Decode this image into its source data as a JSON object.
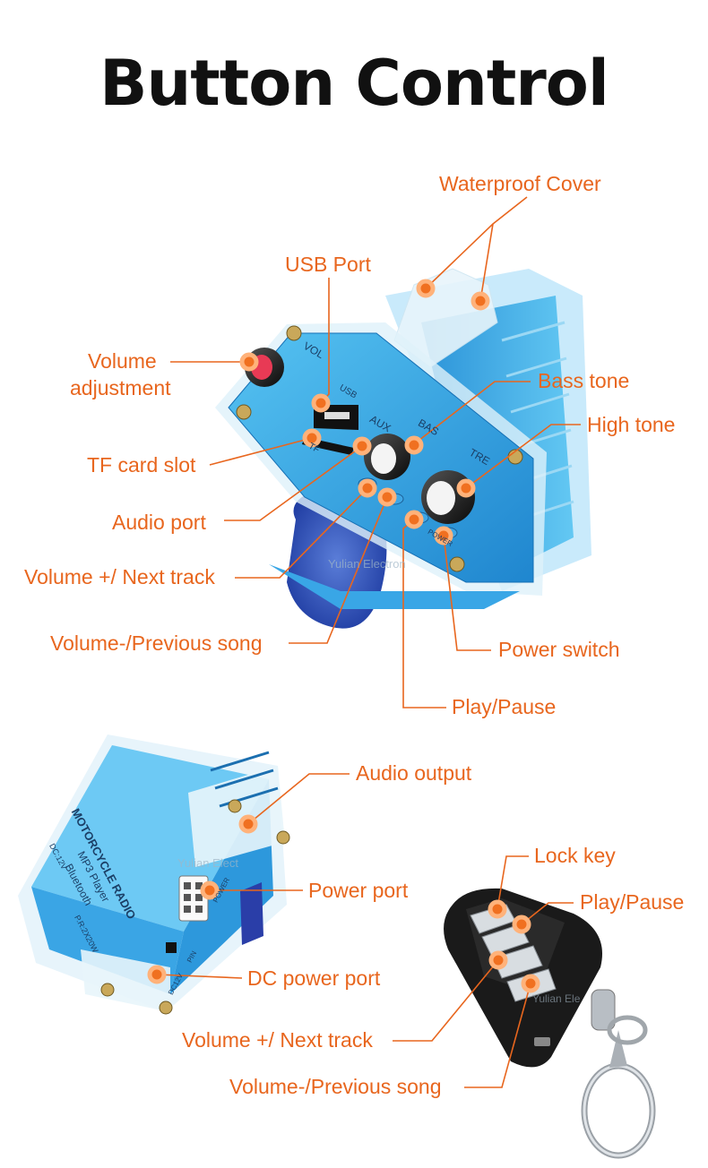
{
  "title": "Button Control",
  "labels": {
    "waterproof_cover": "Waterproof Cover",
    "usb_port": "USB Port",
    "volume_adjustment_1": "Volume",
    "volume_adjustment_2": "adjustment",
    "bass_tone": "Bass tone",
    "high_tone": "High tone",
    "tf_card_slot": "TF card slot",
    "audio_port": "Audio port",
    "volume_next_track": "Volume +/ Next track",
    "volume_prev_song": "Volume-/Previous song",
    "power_switch": "Power switch",
    "play_pause": "Play/Pause",
    "audio_output": "Audio output",
    "power_port": "Power port",
    "dc_power_port": "DC power port",
    "lock_key": "Lock key",
    "remote_play_pause": "Play/Pause",
    "remote_volume_next_track": "Volume +/ Next track",
    "remote_volume_prev_song": "Volume-/Previous song"
  },
  "panel_print": {
    "vol": "VOL",
    "usb": "USB",
    "aux": "AUX",
    "bas": "BAS",
    "tre": "TRE",
    "tf": "TF",
    "power": "POWER",
    "watermark": "Yulian Electron"
  },
  "side_print": {
    "brand": "MOTORCYCLE RADIO",
    "mp3": "MP3 Player",
    "bluetooth": "Bluetooth",
    "dc": "DC:12V",
    "pr": "P.R:2X20W",
    "power": "POWER",
    "pin": "PIN",
    "dc12v": "DC12V",
    "watermark": "Yulian Elect"
  },
  "remote_print": {
    "watermark": "Yulian Ele"
  },
  "colors": {
    "accent": "#e8661e",
    "device_blue": "#2f9fe0",
    "title": "#111111"
  }
}
